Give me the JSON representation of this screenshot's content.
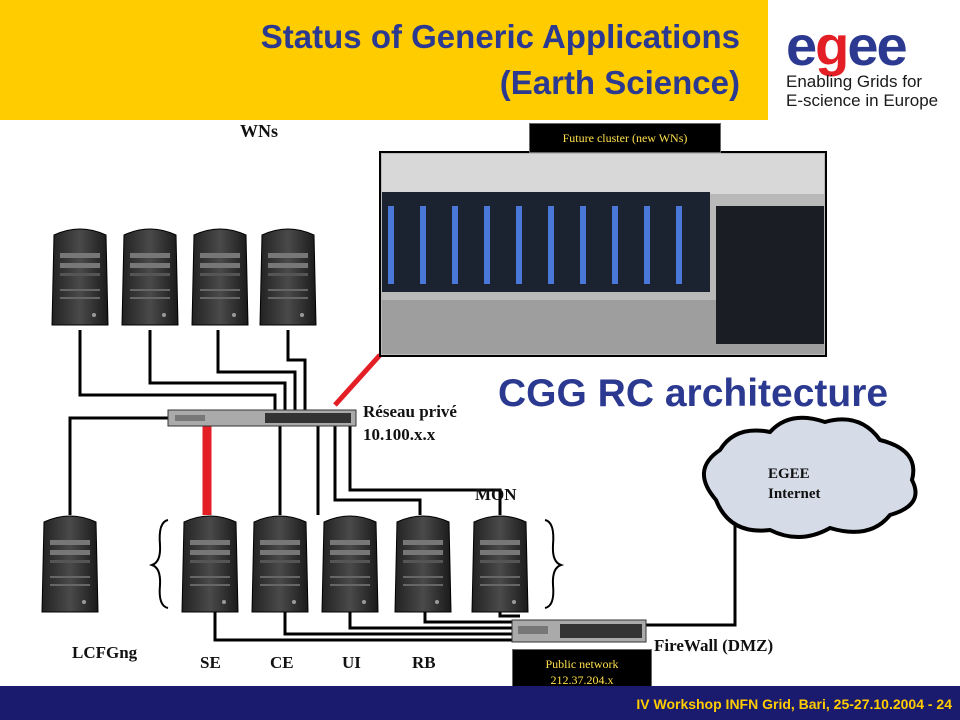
{
  "slide": {
    "title_line1": "Status of Generic Applications",
    "title_line2": "(Earth Science)",
    "footer": "IV Workshop INFN Grid, Bari, 25-27.10.2004 - 24"
  },
  "logo": {
    "word_e1": "e",
    "word_g": "g",
    "word_e2": "e",
    "word_e3": "e",
    "tagline1": "Enabling Grids for",
    "tagline2": "E-science in Europe"
  },
  "diagram": {
    "title": "CGG RC architecture",
    "wns_label": "WNs",
    "future_cluster_label": "Future cluster (new WNs)",
    "private_net_label1": "Réseau privé",
    "private_net_label2": "10.100.x.x",
    "cloud_label1": "EGEE",
    "cloud_label2": "Internet",
    "mon_label": "MON",
    "lcfg_label": "LCFGng",
    "se_label": "SE",
    "ce_label": "CE",
    "ui_label": "UI",
    "rb_label": "RB",
    "firewall_label": "FireWall (DMZ)",
    "public_net_label1": "Public network",
    "public_net_label2": "212.37.204.x"
  },
  "colors": {
    "title_band": "#ffcc00",
    "title_text": "#2b3990",
    "footer_band": "#1a1a6e",
    "footer_text": "#ffcc00",
    "link_red": "#e31e24"
  }
}
